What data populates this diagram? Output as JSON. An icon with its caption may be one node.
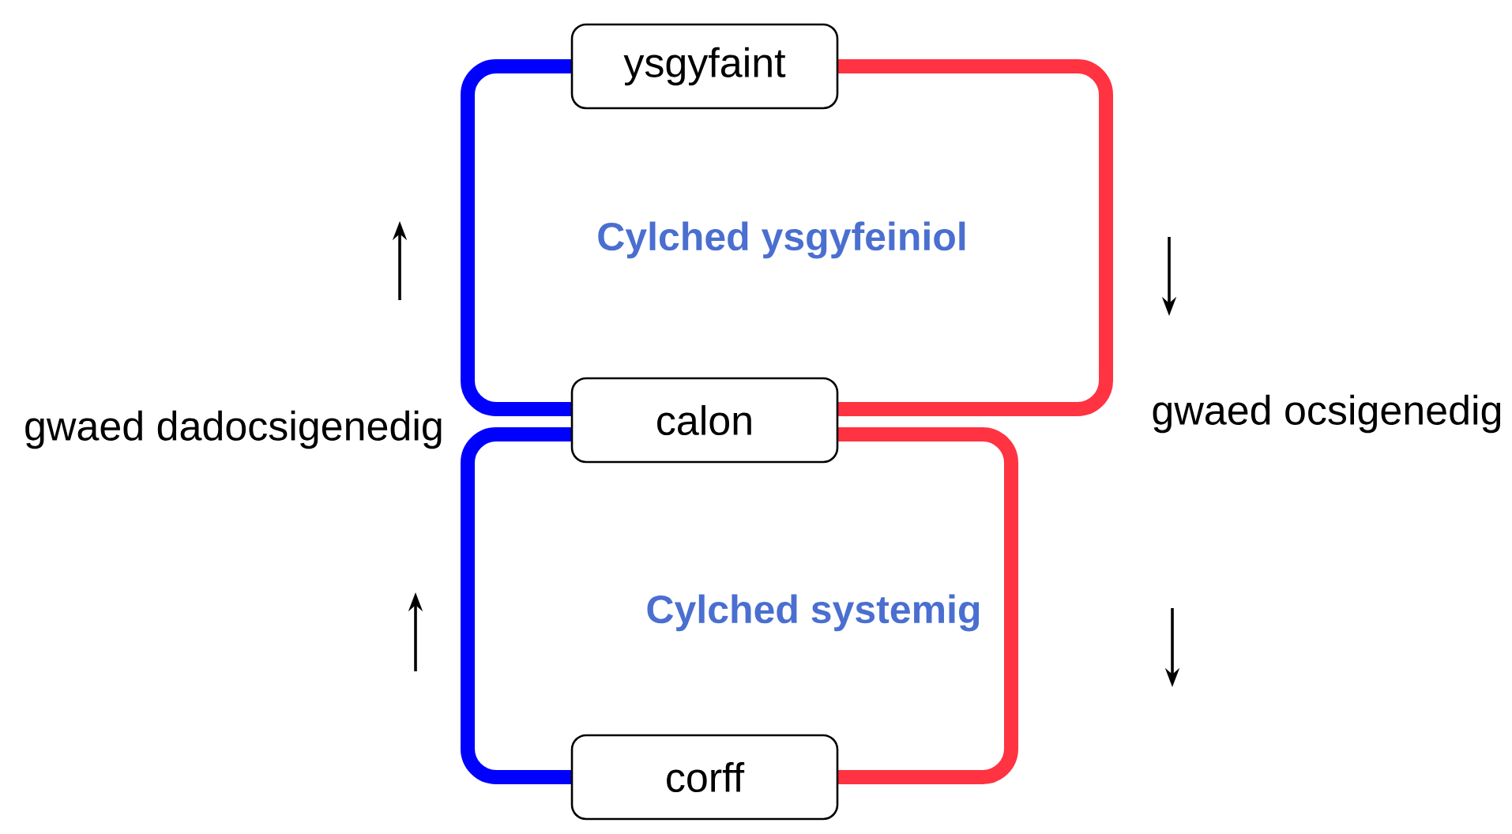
{
  "diagram": {
    "nodes": [
      {
        "text": [
          "ysgyfaint"
        ]
      },
      {
        "text": [
          "calon"
        ]
      },
      {
        "text": [
          "corff"
        ]
      }
    ],
    "edges": [
      {
        "from": 1,
        "to": 0,
        "arrow": "none",
        "color": "#0000ff"
      },
      {
        "from": 0,
        "to": 1,
        "arrow": "none",
        "color": "#ff3341"
      },
      {
        "from": 1,
        "to": 2,
        "arrow": "none",
        "color": "#0000ff"
      },
      {
        "from": 1,
        "to": 2,
        "arrow": "none",
        "color": "#ff3341"
      }
    ],
    "labels": [
      "Cylched ysgyfeiniol",
      "gwaed dadocsigenedig",
      "gwaed ocsigenedig",
      "Cylched systemig"
    ]
  }
}
